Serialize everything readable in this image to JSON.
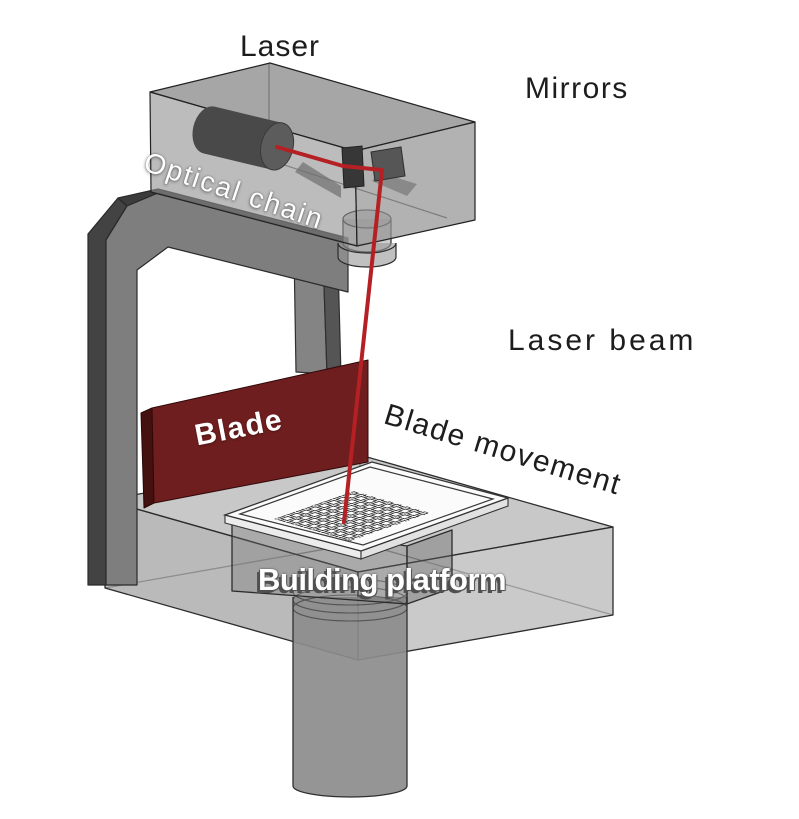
{
  "diagram": {
    "subject": "stereolithography 3D printer schematic"
  },
  "labels": {
    "laser": "Laser",
    "mirrors": "Mirrors",
    "optical_chain": "Optical chain",
    "laser_beam": "Laser beam",
    "blade_movement": "Blade movement",
    "blade": "Blade",
    "building_platform": "Building platform"
  },
  "colors": {
    "background": "#ffffff",
    "beam": "#b52025",
    "blade_front": "#6e1e1e",
    "blade_side": "#451010",
    "structure_gray": "#8f8f8f",
    "structure_dark": "#434343",
    "label_dark": "#1d1d1d",
    "label_light": "#ffffff"
  }
}
